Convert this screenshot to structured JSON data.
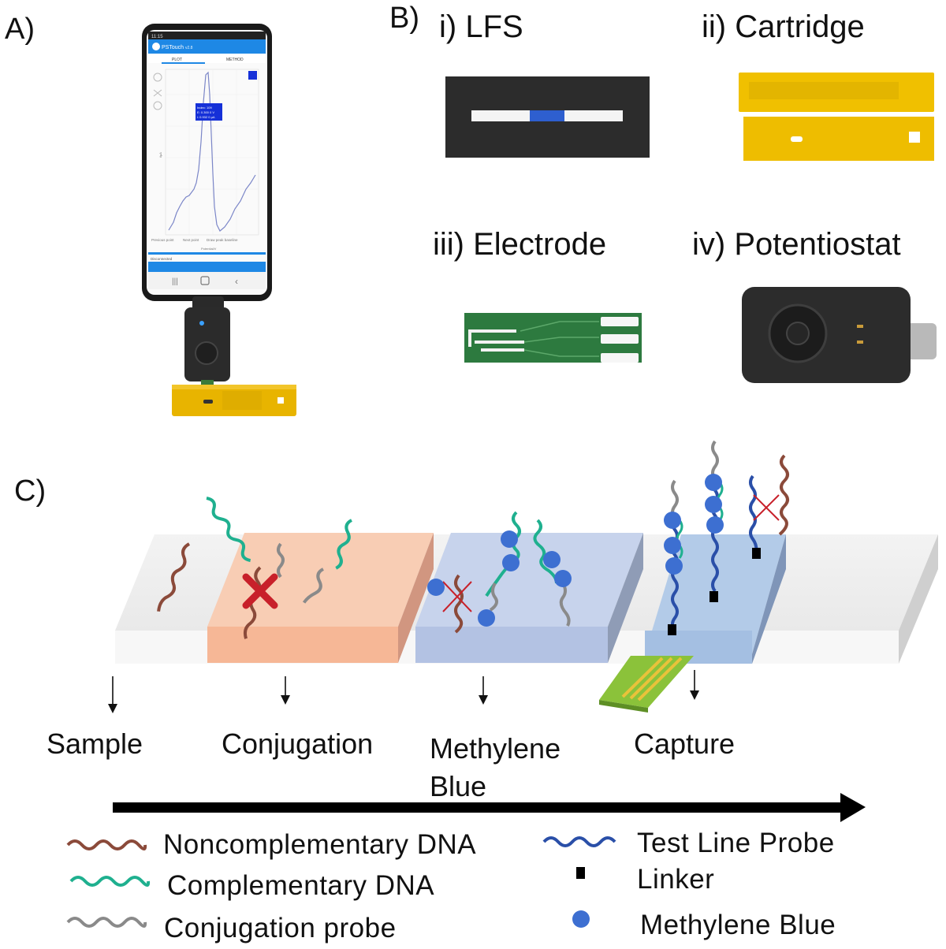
{
  "panelA": {
    "label": "A)",
    "phone": {
      "status_time": "11:15",
      "app_name": "PSTouch",
      "app_version": "v2.8",
      "tabs": [
        "PLOT",
        "METHOD"
      ],
      "tooltip": [
        "Index: 109",
        "E: 0.300 0 V",
        "i: 0.932 0 µA"
      ],
      "ylabel": "i/µA",
      "xlabel": "Potential/V",
      "bottom_buttons": [
        "Previous point",
        "Next point",
        "Draw peak baseline"
      ],
      "status_bar": "Disconnected"
    }
  },
  "panelB": {
    "label": "B)",
    "items": [
      {
        "label": "i) LFS"
      },
      {
        "label": "ii) Cartridge"
      },
      {
        "label": "iii) Electrode"
      },
      {
        "label": "iv) Potentiostat"
      }
    ]
  },
  "panelC": {
    "label": "C)",
    "stages": [
      "Sample",
      "Conjugation",
      "Methylene\nBlue",
      "Capture"
    ],
    "legend": [
      {
        "label": "Noncomplementary DNA",
        "swatch": "#8b4a3a"
      },
      {
        "label": "Complementary DNA",
        "swatch": "#1fb08f"
      },
      {
        "label": "Conjugation probe",
        "swatch": "#8a8a8a"
      },
      {
        "label": "Test Line Probe",
        "swatch": "#2a4fa8"
      },
      {
        "label": "Linker",
        "swatch": "#000000"
      },
      {
        "label": "Methylene Blue",
        "swatch": "#3d6fd1"
      }
    ]
  },
  "colors": {
    "conjugation_pad": "#f6c9ad",
    "mb_pad": "#b8c9e8",
    "capture_pad": "#a9c3e6",
    "strip": "#f0f0f0",
    "accent_red": "#c8202a"
  }
}
